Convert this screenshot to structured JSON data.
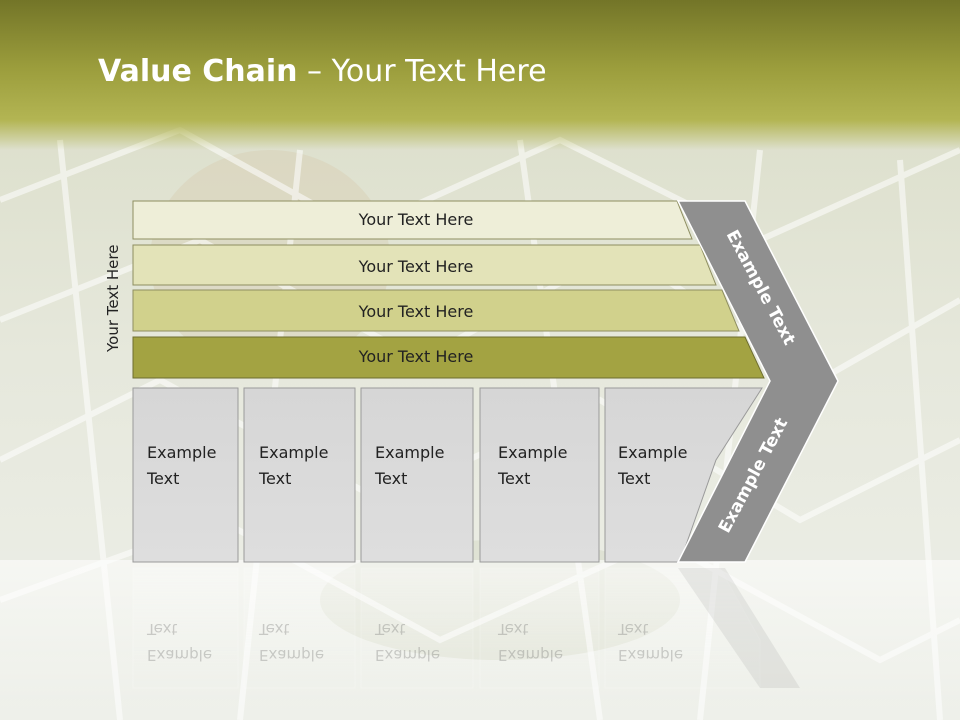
{
  "slide": {
    "title_bold": "Value Chain",
    "title_rest": " – Your Text Here",
    "side_label": "Your Text Here"
  },
  "bars": [
    {
      "label": "Your Text Here",
      "color": "#eeeed8"
    },
    {
      "label": "Your Text Here",
      "color": "#e3e3b8"
    },
    {
      "label": "Your Text Here",
      "color": "#d1d18c"
    },
    {
      "label": "Your Text Here",
      "color": "#a3a342"
    }
  ],
  "boxes": [
    {
      "line1": "Example",
      "line2": "Text"
    },
    {
      "line1": "Example",
      "line2": "Text"
    },
    {
      "line1": "Example",
      "line2": "Text"
    },
    {
      "line1": "Example",
      "line2": "Text"
    },
    {
      "line1": "Example",
      "line2": "Text"
    }
  ],
  "chevron": {
    "upper": "Example Text",
    "lower": "Example Text",
    "color": "#8f8f8f"
  },
  "colors": {
    "title_band": "#9b9d3c",
    "box_fill": "#d9d9d9"
  }
}
